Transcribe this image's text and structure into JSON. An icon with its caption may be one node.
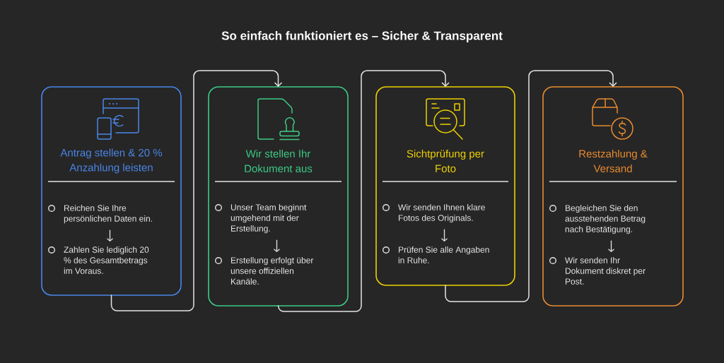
{
  "diagram": {
    "title": "So einfach funktioniert es – Sicher & Transparent",
    "nodes": [
      {
        "text": [
          "Antrag stellen & 20 % Anzahlung leisten"
        ]
      },
      {
        "text": [
          "Reichen Sie Ihre persönlichen Daten ein."
        ],
        "in": 0
      },
      {
        "text": [
          "Zahlen Sie lediglich 20 % des Gesamtbetrags im Voraus."
        ],
        "in": 0
      },
      {
        "text": [
          "Wir stellen Ihr Dokument aus"
        ]
      },
      {
        "text": [
          "Unser Team beginnt umgehend mit der Erstellung."
        ],
        "in": 3
      },
      {
        "text": [
          "Erstellung erfolgt über unsere offiziellen Kanäle."
        ],
        "in": 3
      },
      {
        "text": [
          "Sichtprüfung per Foto"
        ]
      },
      {
        "text": [
          "Wir senden Ihnen klare Fotos des Originals."
        ],
        "in": 6
      },
      {
        "text": [
          "Prüfen Sie alle Angaben in Ruhe."
        ],
        "in": 6
      },
      {
        "text": [
          "Restzahlung & Versand"
        ]
      },
      {
        "text": [
          "Begleichen Sie den ausstehenden Betrag nach Bestätigung."
        ],
        "in": 9
      },
      {
        "text": [
          "Wir senden Ihr Dokument diskret per Post."
        ],
        "in": 9
      }
    ],
    "edges": [
      {
        "from": 0,
        "to": 3,
        "arrow": "to"
      },
      {
        "from": 3,
        "to": 6,
        "arrow": "to"
      },
      {
        "from": 6,
        "to": 9,
        "arrow": "to"
      },
      {
        "from": 1,
        "to": 2,
        "arrow": "to"
      },
      {
        "from": 4,
        "to": 5,
        "arrow": "to"
      },
      {
        "from": 7,
        "to": 8,
        "arrow": "to"
      },
      {
        "from": 10,
        "to": 11,
        "arrow": "to"
      }
    ]
  }
}
